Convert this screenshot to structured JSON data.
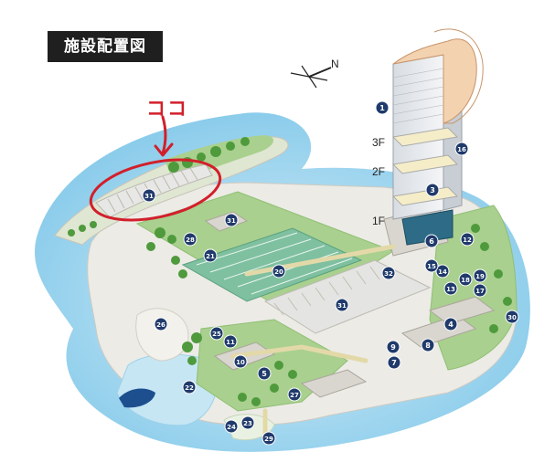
{
  "title": "施設配置図",
  "annotation": {
    "text": "ココ",
    "color": "#d21f2b"
  },
  "floor_labels": [
    "3F",
    "2F",
    "1F"
  ],
  "compass_label": "N",
  "markers": [
    "1",
    "3",
    "4",
    "5",
    "6",
    "7",
    "8",
    "9",
    "10",
    "11",
    "12",
    "13",
    "14",
    "15",
    "16",
    "17",
    "18",
    "19",
    "20",
    "21",
    "22",
    "23",
    "24",
    "25",
    "26",
    "27",
    "28",
    "29",
    "30",
    "31",
    "31",
    "31",
    "32"
  ],
  "colors": {
    "sea": "#8fd0ec",
    "lawn": "#a9d08e",
    "grass_dark": "#4f9a3c",
    "paving": "#e8e5df",
    "road": "#f0ede7",
    "marker": "#1f3a6b",
    "highlight": "#d21f2b"
  }
}
